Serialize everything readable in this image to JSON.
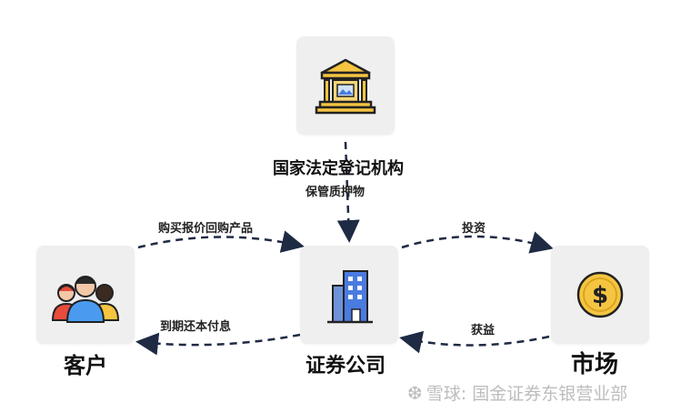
{
  "nodes": {
    "registry": {
      "label": "国家法定登记机构"
    },
    "client": {
      "label": "客户"
    },
    "broker": {
      "label": "证券公司"
    },
    "market": {
      "label": "市场"
    }
  },
  "edges": {
    "custody": "保管质押物",
    "buy_repo": "购买报价回购产品",
    "maturity": "到期还本付息",
    "invest": "投资",
    "returns": "获益"
  },
  "watermark": {
    "brand": "雪球",
    "account": "国金证券东银营业部"
  },
  "colors": {
    "box": "#efefef",
    "arrow": "#1f2a44",
    "bank_fill": "#f5c542",
    "coin": "#f5c542",
    "building": "#4a7be0",
    "watermark": "#bdbdbd"
  }
}
